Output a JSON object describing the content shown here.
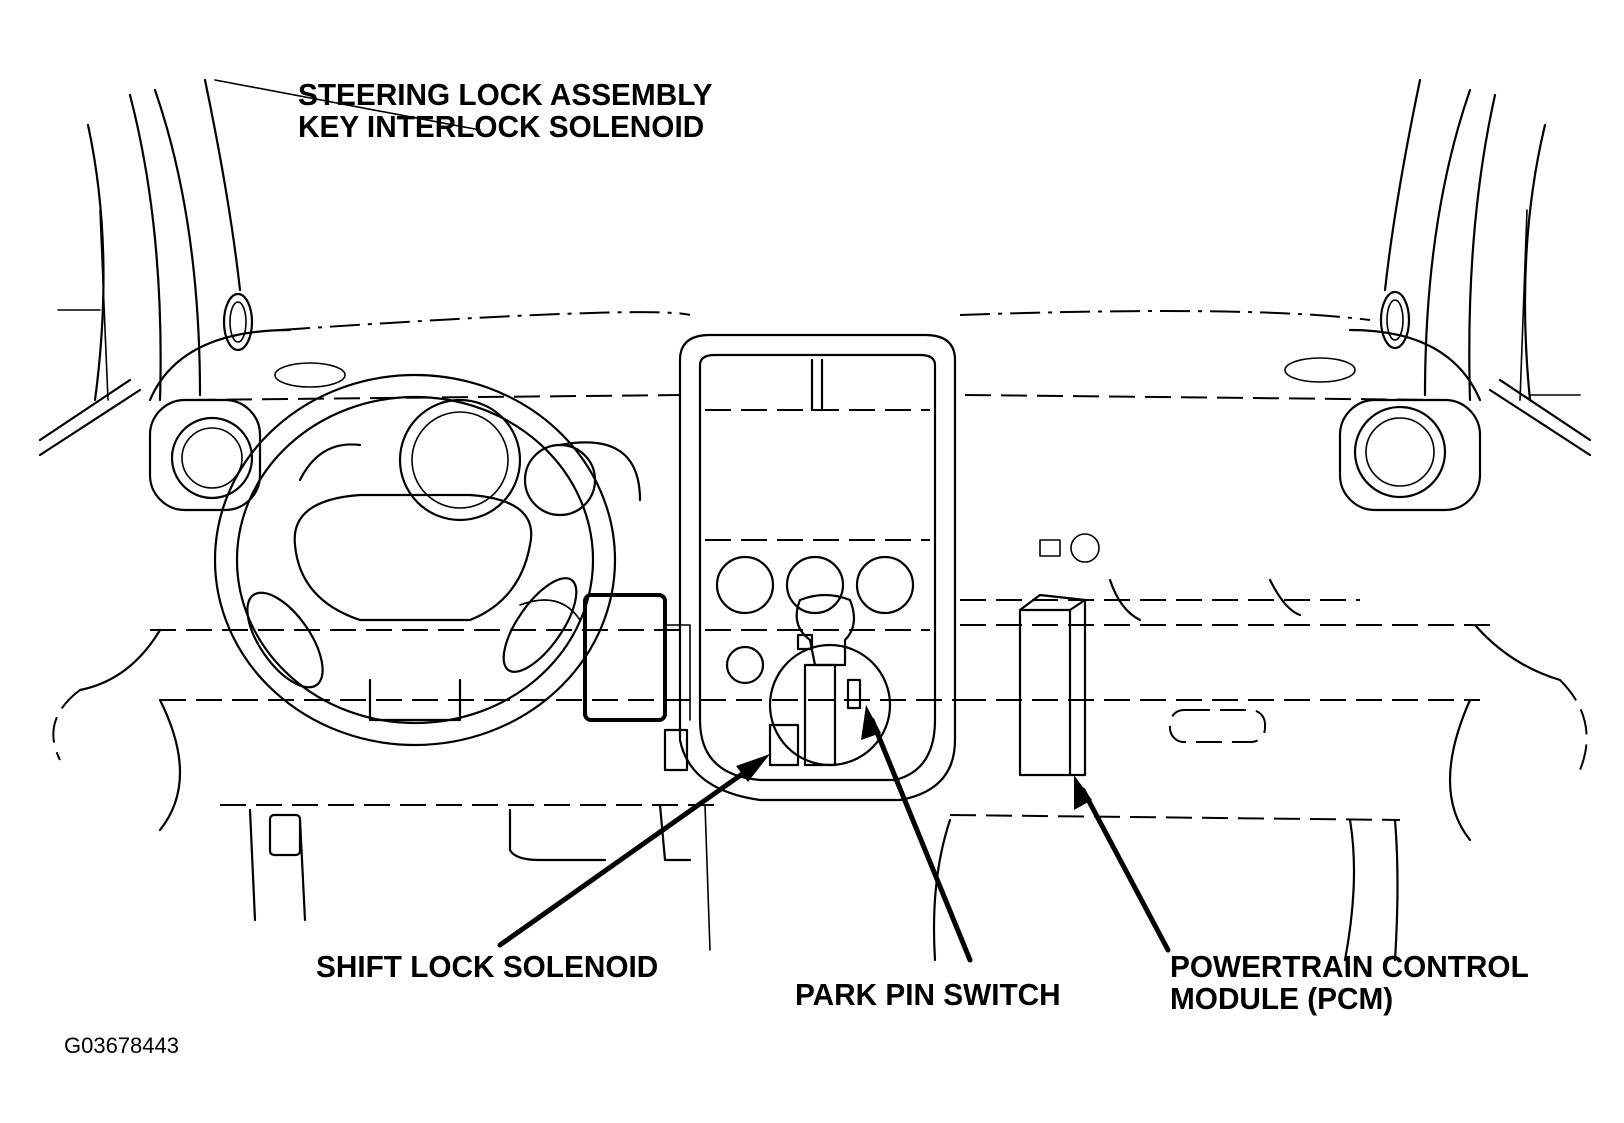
{
  "labels": {
    "steering_lock_line1": "STEERING LOCK ASSEMBLY",
    "steering_lock_line2": "KEY INTERLOCK SOLENOID",
    "shift_lock": "SHIFT LOCK SOLENOID",
    "park_pin": "PARK PIN SWITCH",
    "pcm_line1": "POWERTRAIN CONTROL",
    "pcm_line2": "MODULE (PCM)"
  },
  "figure_code": "G03678443"
}
